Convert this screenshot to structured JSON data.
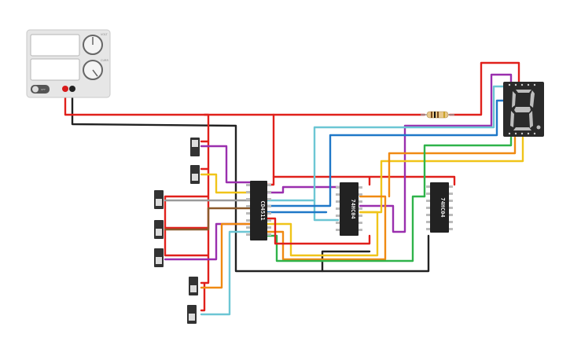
{
  "power_supply": {
    "knob_labels": [
      "VOLT",
      "CURR"
    ],
    "switch_label": "OFF"
  },
  "chips": [
    {
      "id": "u1",
      "label": "CD4511"
    },
    {
      "id": "u2",
      "label": "74HC04"
    },
    {
      "id": "u3",
      "label": "74HC04"
    }
  ],
  "display": {
    "digit": "8"
  },
  "colors": {
    "red": "#e0201b",
    "black": "#222222",
    "purple": "#9a2fae",
    "yellow": "#f0c419",
    "orange": "#f08a12",
    "blue": "#1f78c8",
    "cyan": "#6cc6d4",
    "green": "#2fb34a",
    "brown": "#8b5a2b",
    "gray": "#9a9a9a"
  }
}
